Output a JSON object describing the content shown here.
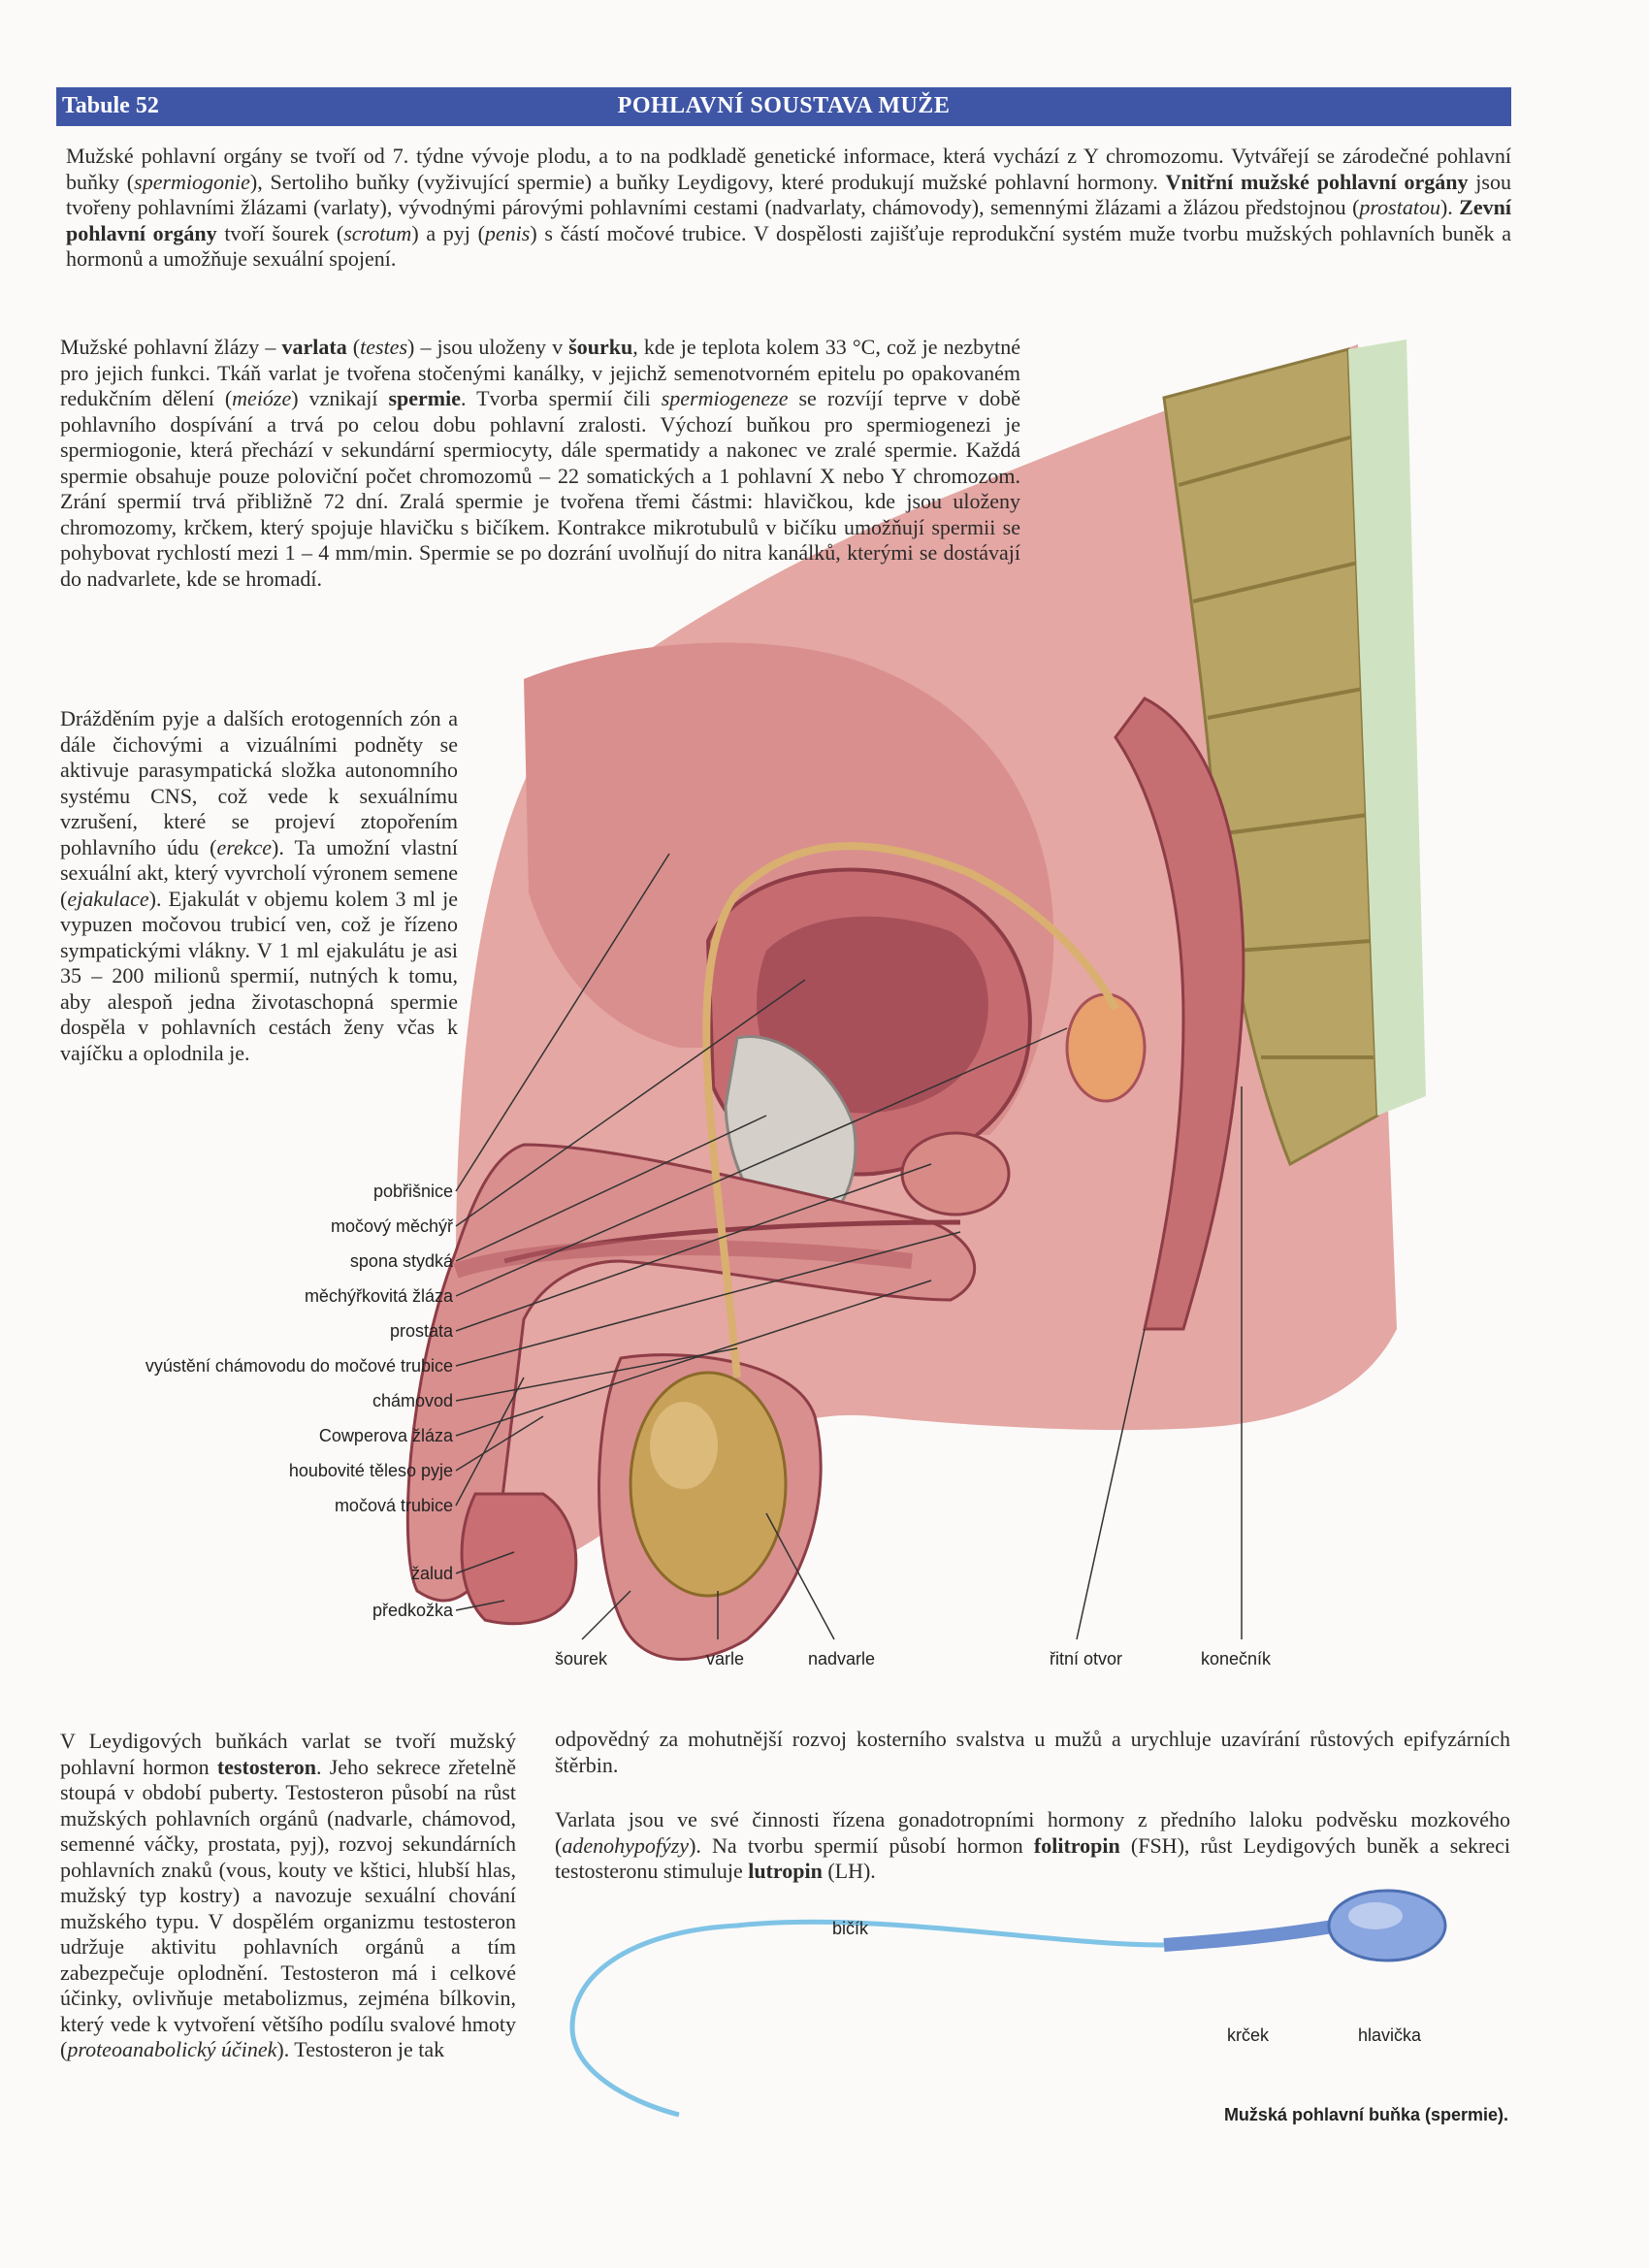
{
  "header": {
    "plate": "Tabule 52",
    "title": "POHLAVNÍ SOUSTAVA MUŽE"
  },
  "intro": {
    "t1": "Mužské pohlavní orgány se tvoří od 7. týdne vývoje plodu, a to na podkladě genetické informace, která vychází z Y chromozomu. Vytvářejí se zárodečné pohlavní buňky (",
    "t2": "spermiogonie",
    "t3": "), Sertoliho buňky (vyživující spermie) a buňky Leydigovy, které produkují mužské pohlavní hormony. ",
    "t4": "Vnitřní mužské pohlavní orgány",
    "t5": " jsou tvořeny pohlavními žlázami (varlaty), vývodnými párovými pohlavními cestami (nadvarlaty, chámovody), semennými žlázami a žlázou předstojnou (",
    "t6": "prostatou",
    "t7": "). ",
    "t8": "Zevní pohlavní orgány",
    "t9": " tvoří šourek (",
    "t10": "scrotum",
    "t11": ") a pyj (",
    "t12": "penis",
    "t13": ") s částí močové trubice. V dospělosti zajišťuje reprodukční systém muže tvorbu mužských pohlavních buněk a hormonů a umožňuje sexuální spojení."
  },
  "left1": {
    "t1": "Mužské pohlavní žlázy – ",
    "t2": "varlata",
    "t3": " (",
    "t4": "testes",
    "t5": ") – jsou uloženy v ",
    "t6": "šourku",
    "t7": ", kde je teplota kolem 33 °C, což je nezbytné pro jejich funkci. Tkáň varlat je tvořena stočenými kanálky, v jejichž semenotvorném epitelu po opakovaném redukčním dělení (",
    "t8": "meióze",
    "t9": ") vznikají ",
    "t10": "spermie",
    "t11": ". Tvorba spermií čili ",
    "t12": "spermiogeneze",
    "t13": " se rozvíjí teprve v době pohlavního dospívání a trvá po celou dobu pohlavní zralosti. Výchozí buňkou pro spermiogenezi je spermiogonie, která přechází v sekundární spermiocyty, dále spermatidy a nakonec ve zralé spermie. Každá spermie obsahuje pouze poloviční počet chromozomů – 22 somatických a 1 pohlavní X nebo Y chromozom. Zrání spermií trvá přibližně 72 dní. Zralá spermie je tvořena třemi částmi: hlavičkou, kde jsou uloženy chromozomy, krčkem, který spojuje hlavičku s bičíkem. Kontrakce mikrotubulů v bičíku umožňují spermii se pohybovat rychlostí mezi 1 – 4 mm/min. Spermie se po dozrání uvolňují do nitra kanálků, kterými se dostávají do nadvarlete, kde se hromadí."
  },
  "left2": {
    "t1": "Drážděním pyje a dalších erotogenních zón a dále čichovými a vizuálními podněty se aktivuje parasympatická složka autonomního systému CNS, což vede k sexuálnímu vzrušení, které se projeví ztopořením pohlavního údu (",
    "t2": "erekce",
    "t3": "). Ta umožní vlastní sexuální akt, který vyvrcholí výronem semene (",
    "t4": "ejakulace",
    "t5": "). Ejakulát v objemu kolem 3 ml je vypuzen močovou trubicí ven, což je řízeno sympatickými vlákny. V 1 ml ejakulátu je asi 35 – 200 milionů spermií, nutných k tomu, aby alespoň jedna životaschopná spermie dospěla v pohlavních cestách ženy včas k vajíčku a oplodnila je."
  },
  "bot1": {
    "t1": "V Leydigových buňkách varlat se tvoří mužský pohlavní hormon ",
    "t2": "testosteron",
    "t3": ". Jeho sekrece zřetelně stoupá v období puberty. Testosteron působí na růst mužských pohlavních orgánů (nadvarle, chámovod, semenné váčky, prostata, pyj), rozvoj sekundárních pohlavních znaků (vous, kouty ve kštici, hlubší hlas, mužský typ kostry) a navozuje sexuální chování mužského typu. V dospělém organizmu testosteron udržuje aktivitu pohlavních orgánů a tím zabezpečuje oplodnění. Testosteron má i celkové účinky, ovlivňuje metabolizmus, zejména bílkovin, který vede k vytvoření většího podílu svalové hmoty (",
    "t4": "proteoanabolický účinek",
    "t5": "). Testosteron je tak"
  },
  "bot2": {
    "t1": "odpovědný za mohutnější rozvoj kosterního svalstva u mužů a urychluje uzavírání růstových epifyzárních štěrbin."
  },
  "bot3": {
    "t1": "Varlata jsou ve své činnosti řízena gonadotropními hormony z předního laloku podvěsku mozkového (",
    "t2": "adenohypofýzy",
    "t3": "). Na tvorbu spermií působí hormon ",
    "t4": "folitropin",
    "t5": " (FSH), růst Leydigových buněk a sekreci testosteronu stimuluje ",
    "t6": "lutropin",
    "t7": " (LH)."
  },
  "labels": {
    "pobrisnice": "pobřišnice",
    "mocovy_mechyr": "močový měchýř",
    "spona_stydka": "spona stydká",
    "mechyrkovita_zlaza": "měchýřkovitá žláza",
    "prostata": "prostata",
    "vyusteni": "vyústění chámovodu do močové trubice",
    "chamovod": "chámovod",
    "cowperova": "Cowperova žláza",
    "houbovite": "houbovité těleso pyje",
    "mocova_trubice": "močová trubice",
    "zalud": "žalud",
    "predkozka": "předkožka",
    "sourek": "šourek",
    "varle": "varle",
    "nadvarle": "nadvarle",
    "ritni_otvor": "řitní otvor",
    "konecnik": "konečník"
  },
  "sperm": {
    "bicik": "bičík",
    "krcek": "krček",
    "hlavicka": "hlavička",
    "caption": "Mužská pohlavní buňka (spermie)."
  },
  "colors": {
    "header_bg": "#3f56a6",
    "tissue": "#d88a8a",
    "tissue_dark": "#a8505a",
    "bone": "#b8a465",
    "bladder": "#d4cfc8",
    "testis": "#c9a25a",
    "sperm": "#6e8fd0"
  }
}
